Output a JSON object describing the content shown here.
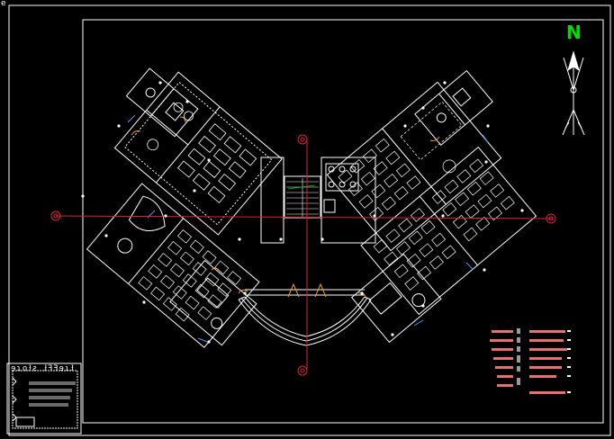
{
  "window": {
    "title_fragment": "e"
  },
  "compass": {
    "label": "N",
    "color": "#00e000"
  },
  "title_block": {
    "mirrored_title": "ɘɿoɈƨ ɈꟻꟻɘɿɈ"
  },
  "colors": {
    "background": "#000000",
    "walls": "#ffffff",
    "axis": "#e0203a",
    "accent": "#f0a020",
    "glass": "#3fa0ff",
    "legend_bar": "#e87070",
    "title_fill": "#6a6a6a"
  },
  "icons": [
    "north-arrow-icon",
    "axis-marker-icon"
  ]
}
